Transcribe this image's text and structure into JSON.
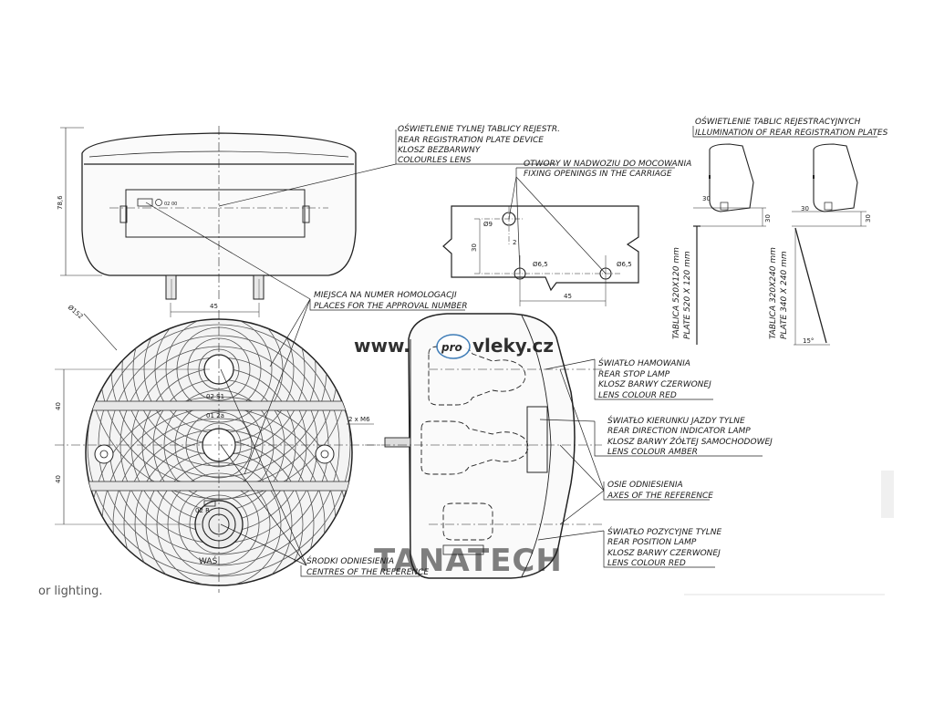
{
  "labels": {
    "plate": [
      "OŚWIETLENIE TYLNEJ TABLICY REJESTR.",
      "REAR REGISTRATION PLATE DEVICE",
      "KLOSZ BEZBARWNY",
      "COLOURLES LENS"
    ],
    "openings": [
      "OTWORY W NADWOZIU DO MOCOWANIA",
      "FIXING OPENINGS IN THE CARRIAGE"
    ],
    "illum": [
      "OŚWIETLENIE TABLIC REJESTRACYJNYCH",
      "ILLUMINATION OF REAR REGISTRATION PLATES"
    ],
    "homolog": [
      "MIEJSCA NA NUMER HOMOLOGACJI",
      "PLACES FOR THE APPROVAL NUMBER"
    ],
    "stop": [
      "ŚWIATŁO HAMOWANIA",
      "REAR STOP LAMP",
      "KLOSZ BARWY CZERWONEJ",
      "LENS COLOUR RED"
    ],
    "indicator": [
      "ŚWIATŁO KIERUNKU JAZDY TYLNE",
      "REAR DIRECTION INDICATOR LAMP",
      "KLOSZ BARWY ŻÓŁTEJ SAMOCHODOWEJ",
      "LENS COLOUR AMBER"
    ],
    "axes": [
      "OSIE ODNIESIENIA",
      "AXES OF THE REFERENCE"
    ],
    "position": [
      "ŚWIATŁO POZYCYJNE TYLNE",
      "REAR POSITION LAMP",
      "KLOSZ BARWY CZERWONEJ",
      "LENS COLOUR RED"
    ],
    "centres": [
      "ŚRODKI ODNIESIENIA",
      "CENTRES OF THE REFERENCE"
    ],
    "plate1": [
      "TABLICA 520X120 mm",
      "PLATE 520 X 120 mm"
    ],
    "plate2": [
      "TABLICA 320X240 mm",
      "PLATE 340 X 240 mm"
    ]
  },
  "dims": {
    "height_top": "78,6",
    "spacing_45": "45",
    "diameter": "Ø152",
    "d40a": "40",
    "d40b": "40",
    "m6": "2 x M6",
    "fix_d9": "Ø9",
    "fix_30": "30",
    "fix_2": "2",
    "fix_d65a": "Ø6,5",
    "fix_d65b": "Ø6,5",
    "fix_45": "45",
    "r30a": "30",
    "r30b": "30",
    "r30c": "30",
    "r30d": "30",
    "angle15": "15°"
  },
  "lamp_marks": {
    "m1": "02 S1",
    "m2": "01 2a",
    "m3": "02 R",
    "m4": "WAŚ",
    "code": "02 00"
  },
  "watermark": {
    "site_pre": "www.",
    "site_badge": "pro",
    "site_post": "vleky.cz",
    "brand": "TANATECH",
    "color_site": "#2a6fb0",
    "color_brand": "#9fc0de"
  },
  "footer": {
    "text": "or lighting."
  }
}
